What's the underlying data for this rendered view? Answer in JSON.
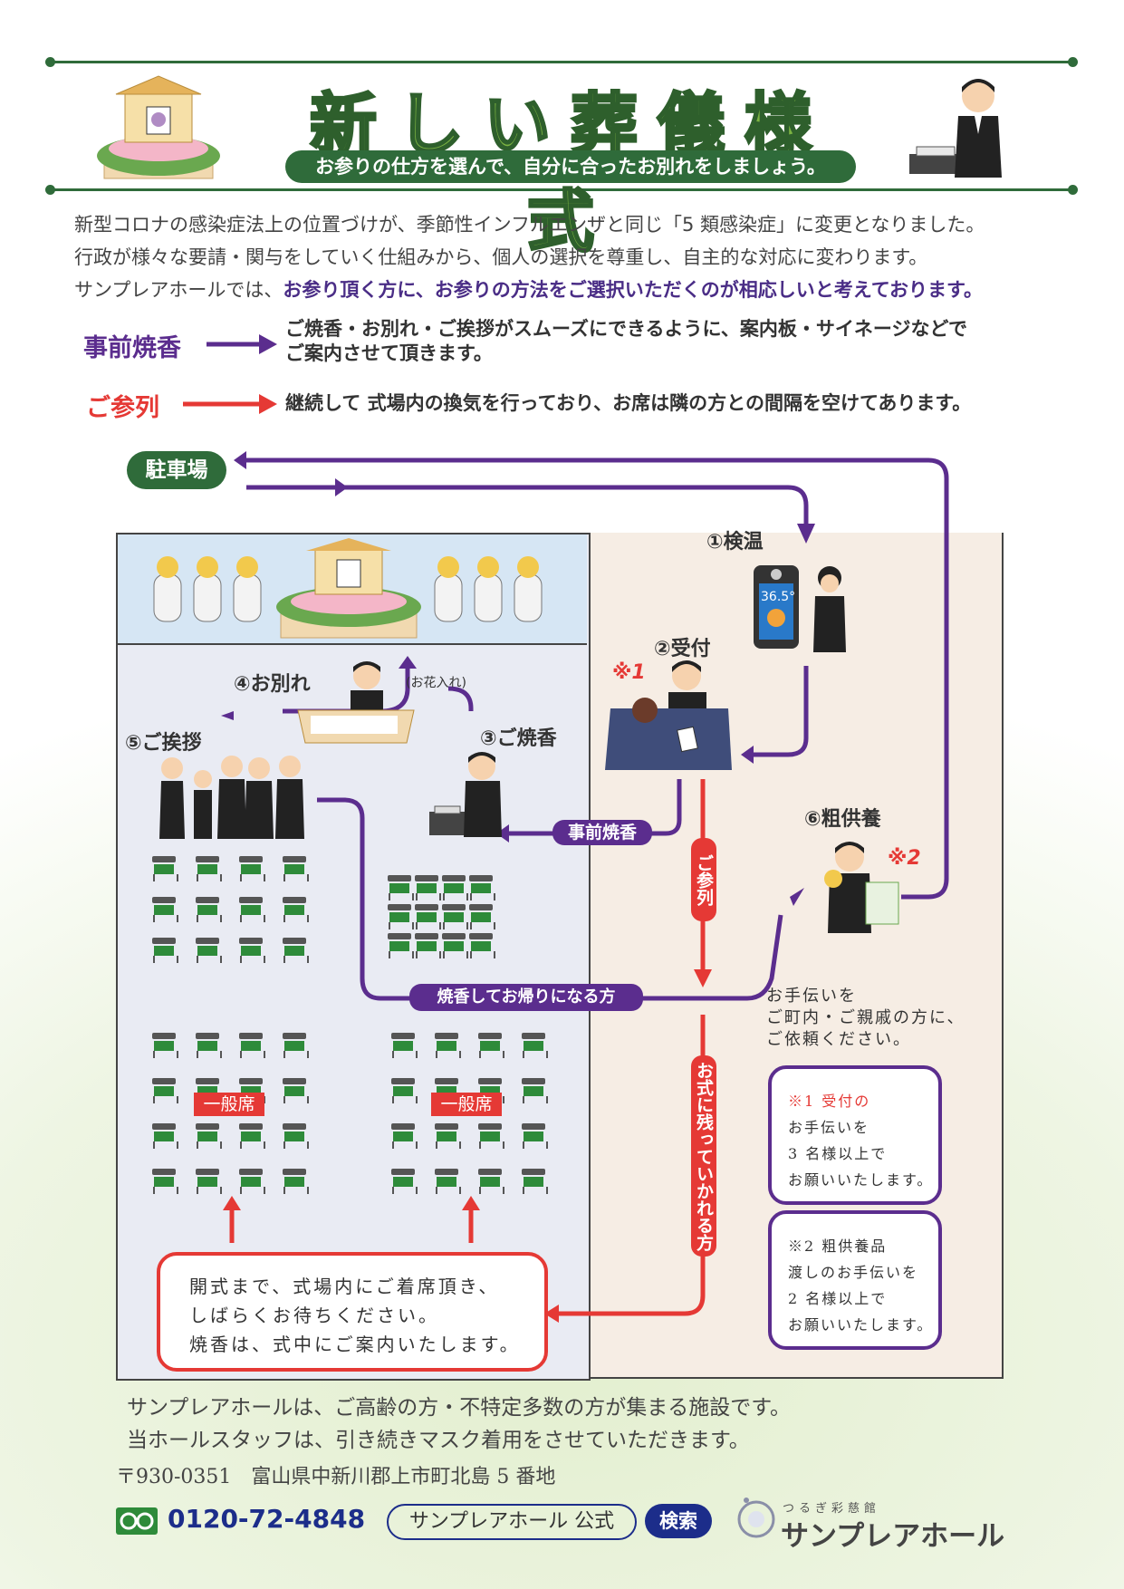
{
  "header": {
    "title": "新しい葬儀様式",
    "subtitle": "お参りの仕方を選んで、自分に合ったお別れをしましょう。"
  },
  "intro": {
    "line1": "新型コロナの感染症法上の位置づけが、季節性インフルエンザと同じ「5 類感染症」に変更となりました。",
    "line2": "行政が様々な要請・関与をしていく仕組みから、個人の選択を尊重し、自主的な対応に変わります。",
    "line3_prefix": "サンプレアホールでは、",
    "line3_highlight": "お参り頂く方に、お参りの方法をご選択いただくのが相応しいと考えております。"
  },
  "legend": {
    "pre_incense_label": "事前焼香",
    "pre_incense_text1": "ご焼香・お別れ・ご挨拶がスムーズにできるように、案内板・サイネージなどで",
    "pre_incense_text2": "ご案内させて頂きます。",
    "attend_label": "ご参列",
    "attend_text": "継続して 式場内の換気を行っており、お席は隣の方との間隔を空けてあります。"
  },
  "diagram": {
    "parking": "駐車場",
    "step1": "①検温",
    "thermometer": "36.5°",
    "step2": "②受付",
    "note1_mark": "※1",
    "step3": "③ご焼香",
    "step4": "④お別れ",
    "step4_sub": "(お花入れ)",
    "step5": "⑤ご挨拶",
    "step6": "⑥粗供養",
    "note2_mark": "※2",
    "tag_pre_incense": "事前焼香",
    "tag_attend": "ご参列",
    "tag_leave": "焼香してお帰りになる方",
    "tag_stay": "お式に残っていかれる方",
    "seat_label_left": "一般席",
    "seat_label_right": "一般席",
    "helper_note_1": "お手伝いを",
    "helper_note_2": "ご町内・ご親戚の方に、",
    "helper_note_3": "ご依頼ください。",
    "note1_title": "※1 受付の",
    "note1_l2": "お手伝いを",
    "note1_l3": "3 名様以上で",
    "note1_l4": "お願いいたします。",
    "note2_title": "※2 粗供養品",
    "note2_l2": "渡しのお手伝いを",
    "note2_l3": "2 名様以上で",
    "note2_l4": "お願いいたします。",
    "wait_l1": "開式まで、式場内にご着席頂き、",
    "wait_l2": "しばらくお待ちください。",
    "wait_l3": "焼香は、式中にご案内いたします。"
  },
  "footer": {
    "line1": "サンプレアホールは、ご高齢の方・不特定多数の方が集まる施設です。",
    "line2": "当ホールスタッフは、引き続きマスク着用をさせていただきます。",
    "address": "〒930-0351　富山県中新川郡上市町北島 5 番地",
    "phone": "0120-72-4848",
    "search_query": "サンプレアホール 公式",
    "search_button": "検索",
    "logo_small": "つるぎ彩慈館",
    "logo_name": "サンプレアホール"
  },
  "colors": {
    "green": "#2f6b3a",
    "purple": "#5b2d8e",
    "red": "#e53935",
    "navy": "#1c2d8a"
  }
}
